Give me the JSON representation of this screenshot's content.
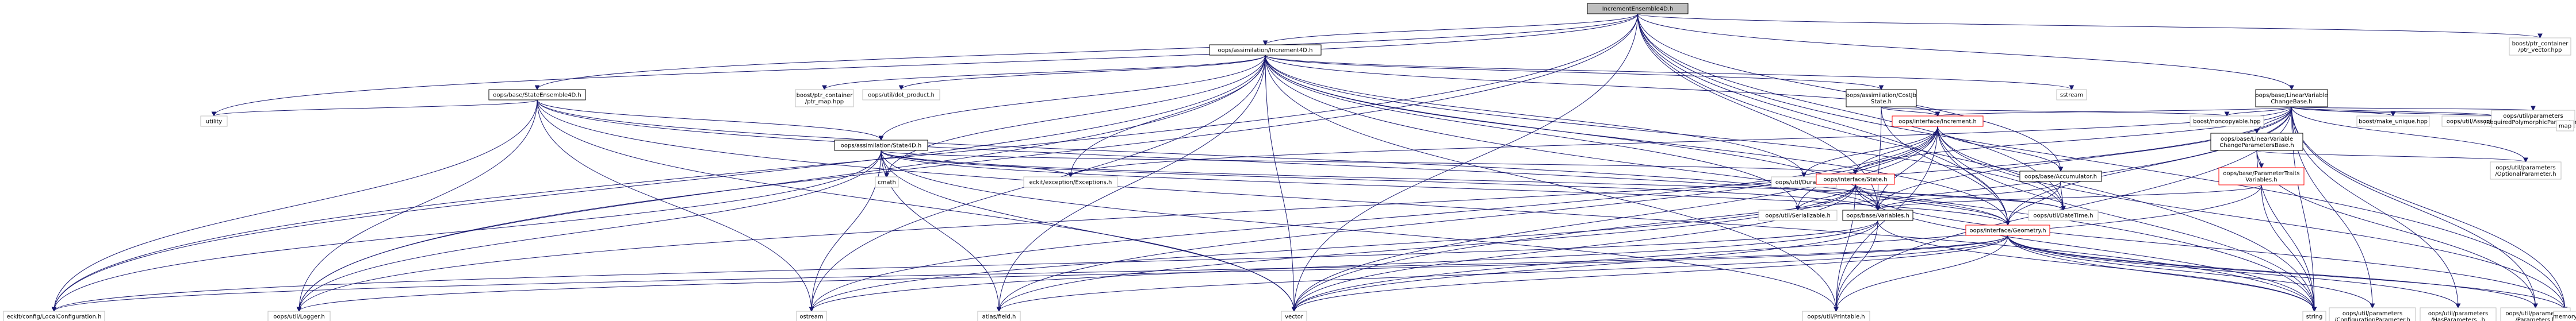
{
  "graph": {
    "nodes": [
      {
        "id": "root",
        "lines": [
          "IncrementEnsemble4D.h"
        ],
        "style": "root"
      },
      {
        "id": "inc4d",
        "lines": [
          "oops/assimilation/Increment4D.h"
        ],
        "style": "normal"
      },
      {
        "id": "ptrvec",
        "lines": [
          "boost/ptr_container",
          "/ptr_vector.hpp"
        ],
        "style": "ext"
      },
      {
        "id": "lvcb",
        "lines": [
          "oops/base/LinearVariable",
          "ChangeBase.h"
        ],
        "style": "normal"
      },
      {
        "id": "se4d",
        "lines": [
          "oops/base/StateEnsemble4D.h"
        ],
        "style": "normal"
      },
      {
        "id": "ptrmap",
        "lines": [
          "boost/ptr_container",
          "/ptr_map.hpp"
        ],
        "style": "ext"
      },
      {
        "id": "dotprod",
        "lines": [
          "oops/util/dot_product.h"
        ],
        "style": "ext"
      },
      {
        "id": "costjb",
        "lines": [
          "oops/assimilation/CostJb",
          "State.h"
        ],
        "style": "normal"
      },
      {
        "id": "sstream",
        "lines": [
          "sstream"
        ],
        "style": "ext"
      },
      {
        "id": "utility",
        "lines": [
          "utility"
        ],
        "style": "ext"
      },
      {
        "id": "state4d",
        "lines": [
          "oops/assimilation/State4D.h"
        ],
        "style": "normal"
      },
      {
        "id": "noncopy",
        "lines": [
          "boost/noncopyable.hpp"
        ],
        "style": "ext"
      },
      {
        "id": "lvcpb",
        "lines": [
          "oops/base/LinearVariable",
          "ChangeParametersBase.h"
        ],
        "style": "normal"
      },
      {
        "id": "makeuniq",
        "lines": [
          "boost/make_unique.hpp"
        ],
        "style": "ext"
      },
      {
        "id": "assoc",
        "lines": [
          "oops/util/AssociativeContainers.h"
        ],
        "style": "ext"
      },
      {
        "id": "reqpoly",
        "lines": [
          "oops/util/parameters",
          "/RequiredPolymorphicParameter.h"
        ],
        "style": "ext"
      },
      {
        "id": "map",
        "lines": [
          "map"
        ],
        "style": "ext"
      },
      {
        "id": "iinc",
        "lines": [
          "oops/interface/Increment.h"
        ],
        "style": "red"
      },
      {
        "id": "optparam",
        "lines": [
          "oops/util/parameters",
          "/OptionalParameter.h"
        ],
        "style": "ext"
      },
      {
        "id": "cmath",
        "lines": [
          "cmath"
        ],
        "style": "ext"
      },
      {
        "id": "exceptions",
        "lines": [
          "eckit/exception/Exceptions.h"
        ],
        "style": "ext"
      },
      {
        "id": "duration",
        "lines": [
          "oops/util/Duration.h"
        ],
        "style": "ext"
      },
      {
        "id": "istate",
        "lines": [
          "oops/interface/State.h"
        ],
        "style": "red"
      },
      {
        "id": "accum",
        "lines": [
          "oops/base/Accumulator.h"
        ],
        "style": "normal"
      },
      {
        "id": "ptvars",
        "lines": [
          "oops/base/ParameterTraits",
          "Variables.h"
        ],
        "style": "red"
      },
      {
        "id": "serial",
        "lines": [
          "oops/util/Serializable.h"
        ],
        "style": "ext"
      },
      {
        "id": "vars",
        "lines": [
          "oops/base/Variables.h"
        ],
        "style": "normal"
      },
      {
        "id": "datetime",
        "lines": [
          "oops/util/DateTime.h"
        ],
        "style": "ext"
      },
      {
        "id": "geom",
        "lines": [
          "oops/interface/Geometry.h"
        ],
        "style": "red"
      },
      {
        "id": "localconf",
        "lines": [
          "eckit/config/LocalConfiguration.h"
        ],
        "style": "ext"
      },
      {
        "id": "logger",
        "lines": [
          "oops/util/Logger.h"
        ],
        "style": "ext"
      },
      {
        "id": "ostream",
        "lines": [
          "ostream"
        ],
        "style": "ext"
      },
      {
        "id": "field",
        "lines": [
          "atlas/field.h"
        ],
        "style": "ext"
      },
      {
        "id": "vector",
        "lines": [
          "vector"
        ],
        "style": "ext"
      },
      {
        "id": "printable",
        "lines": [
          "oops/util/Printable.h"
        ],
        "style": "ext"
      },
      {
        "id": "string",
        "lines": [
          "string"
        ],
        "style": "ext"
      },
      {
        "id": "confparam",
        "lines": [
          "oops/util/parameters",
          "/ConfigurationParameter.h"
        ],
        "style": "ext"
      },
      {
        "id": "hasparam",
        "lines": [
          "oops/util/parameters",
          "/HasParameters_.h"
        ],
        "style": "ext"
      },
      {
        "id": "params",
        "lines": [
          "oops/util/parameters",
          "/Parameters.h"
        ],
        "style": "ext"
      },
      {
        "id": "memory",
        "lines": [
          "memory"
        ],
        "style": "ext"
      }
    ],
    "edges": [
      [
        "root",
        "inc4d"
      ],
      [
        "root",
        "ptrvec"
      ],
      [
        "root",
        "lvcb"
      ],
      [
        "root",
        "se4d"
      ],
      [
        "root",
        "accum"
      ],
      [
        "root",
        "vars"
      ],
      [
        "root",
        "geom"
      ],
      [
        "root",
        "localconf"
      ],
      [
        "root",
        "logger"
      ],
      [
        "root",
        "utility"
      ],
      [
        "root",
        "vector"
      ],
      [
        "root",
        "memory"
      ],
      [
        "root",
        "string"
      ],
      [
        "root",
        "datetime"
      ],
      [
        "inc4d",
        "ptrmap"
      ],
      [
        "inc4d",
        "dotprod"
      ],
      [
        "inc4d",
        "costjb"
      ],
      [
        "inc4d",
        "sstream"
      ],
      [
        "inc4d",
        "state4d"
      ],
      [
        "inc4d",
        "iinc"
      ],
      [
        "inc4d",
        "geom"
      ],
      [
        "inc4d",
        "exceptions"
      ],
      [
        "inc4d",
        "cmath"
      ],
      [
        "inc4d",
        "localconf"
      ],
      [
        "inc4d",
        "logger"
      ],
      [
        "inc4d",
        "vector"
      ],
      [
        "inc4d",
        "duration"
      ],
      [
        "inc4d",
        "datetime"
      ],
      [
        "inc4d",
        "serial"
      ],
      [
        "inc4d",
        "printable"
      ],
      [
        "inc4d",
        "ostream"
      ],
      [
        "inc4d",
        "field"
      ],
      [
        "inc4d",
        "string"
      ],
      [
        "inc4d",
        "vars"
      ],
      [
        "se4d",
        "state4d"
      ],
      [
        "se4d",
        "utility"
      ],
      [
        "se4d",
        "localconf"
      ],
      [
        "se4d",
        "logger"
      ],
      [
        "se4d",
        "vector"
      ],
      [
        "se4d",
        "ostream"
      ],
      [
        "se4d",
        "vars"
      ],
      [
        "se4d",
        "geom"
      ],
      [
        "se4d",
        "string"
      ],
      [
        "costjb",
        "iinc"
      ],
      [
        "costjb",
        "noncopy"
      ],
      [
        "costjb",
        "geom"
      ],
      [
        "costjb",
        "vars"
      ],
      [
        "state4d",
        "istate"
      ],
      [
        "state4d",
        "cmath"
      ],
      [
        "state4d",
        "exceptions"
      ],
      [
        "state4d",
        "localconf"
      ],
      [
        "state4d",
        "logger"
      ],
      [
        "state4d",
        "vector"
      ],
      [
        "state4d",
        "ostream"
      ],
      [
        "state4d",
        "printable"
      ],
      [
        "state4d",
        "vars"
      ],
      [
        "state4d",
        "geom"
      ],
      [
        "state4d",
        "datetime"
      ],
      [
        "state4d",
        "field"
      ],
      [
        "lvcb",
        "noncopy"
      ],
      [
        "lvcb",
        "lvcpb"
      ],
      [
        "lvcb",
        "makeuniq"
      ],
      [
        "lvcb",
        "assoc"
      ],
      [
        "lvcb",
        "reqpoly"
      ],
      [
        "lvcb",
        "map"
      ],
      [
        "lvcb",
        "iinc"
      ],
      [
        "lvcb",
        "istate"
      ],
      [
        "lvcb",
        "geom"
      ],
      [
        "lvcb",
        "vars"
      ],
      [
        "lvcb",
        "exceptions"
      ],
      [
        "lvcb",
        "vector"
      ],
      [
        "lvcb",
        "memory"
      ],
      [
        "lvcb",
        "string"
      ],
      [
        "lvcb",
        "printable"
      ],
      [
        "lvcb",
        "logger"
      ],
      [
        "lvcb",
        "confparam"
      ],
      [
        "lvcb",
        "hasparam"
      ],
      [
        "lvcb",
        "params"
      ],
      [
        "lvcb",
        "optparam"
      ],
      [
        "lvcpb",
        "ptvars"
      ],
      [
        "lvcpb",
        "optparam"
      ],
      [
        "lvcpb",
        "params"
      ],
      [
        "lvcpb",
        "string"
      ],
      [
        "iinc",
        "istate"
      ],
      [
        "iinc",
        "accum"
      ],
      [
        "iinc",
        "geom"
      ],
      [
        "iinc",
        "duration"
      ],
      [
        "iinc",
        "serial"
      ],
      [
        "iinc",
        "vars"
      ],
      [
        "iinc",
        "datetime"
      ],
      [
        "iinc",
        "field"
      ],
      [
        "iinc",
        "vector"
      ],
      [
        "iinc",
        "printable"
      ],
      [
        "iinc",
        "string"
      ],
      [
        "iinc",
        "memory"
      ],
      [
        "iinc",
        "ostream"
      ],
      [
        "istate",
        "geom"
      ],
      [
        "istate",
        "serial"
      ],
      [
        "istate",
        "vars"
      ],
      [
        "istate",
        "datetime"
      ],
      [
        "istate",
        "field"
      ],
      [
        "istate",
        "vector"
      ],
      [
        "istate",
        "printable"
      ],
      [
        "istate",
        "string"
      ],
      [
        "istate",
        "memory"
      ],
      [
        "istate",
        "ostream"
      ],
      [
        "accum",
        "geom"
      ],
      [
        "accum",
        "vars"
      ],
      [
        "accum",
        "datetime"
      ],
      [
        "ptvars",
        "vars"
      ],
      [
        "ptvars",
        "string"
      ],
      [
        "ptvars",
        "vector"
      ],
      [
        "vars",
        "localconf"
      ],
      [
        "vars",
        "vector"
      ],
      [
        "vars",
        "printable"
      ],
      [
        "vars",
        "string"
      ],
      [
        "vars",
        "ostream"
      ],
      [
        "geom",
        "localconf"
      ],
      [
        "geom",
        "logger"
      ],
      [
        "geom",
        "vector"
      ],
      [
        "geom",
        "printable"
      ],
      [
        "geom",
        "string"
      ],
      [
        "geom",
        "memory"
      ],
      [
        "geom",
        "confparam"
      ],
      [
        "geom",
        "hasparam"
      ],
      [
        "geom",
        "params"
      ],
      [
        "geom",
        "field"
      ]
    ]
  }
}
